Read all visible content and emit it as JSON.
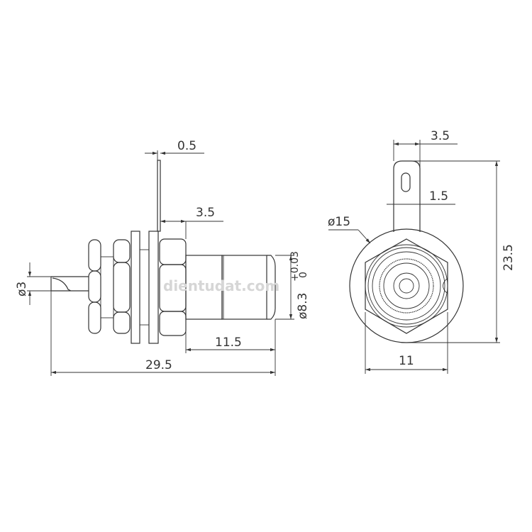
{
  "side_view": {
    "dims": {
      "plate_thickness": "0.5",
      "nut_width": "3.5",
      "pin_diameter": "ø3",
      "body_diameter": "ø8.3",
      "tol_upper": "+0.03",
      "tol_lower": "0",
      "body_length": "11.5",
      "overall_length": "29.5"
    }
  },
  "front_view": {
    "dims": {
      "lug_width": "3.5",
      "slot_width": "1.5",
      "flange_diameter": "ø15",
      "overall_height": "23.5",
      "hex_width": "11"
    }
  },
  "watermark": "dientudat.com",
  "colors": {
    "line": "#333333",
    "watermark": "#d6d6d6"
  }
}
